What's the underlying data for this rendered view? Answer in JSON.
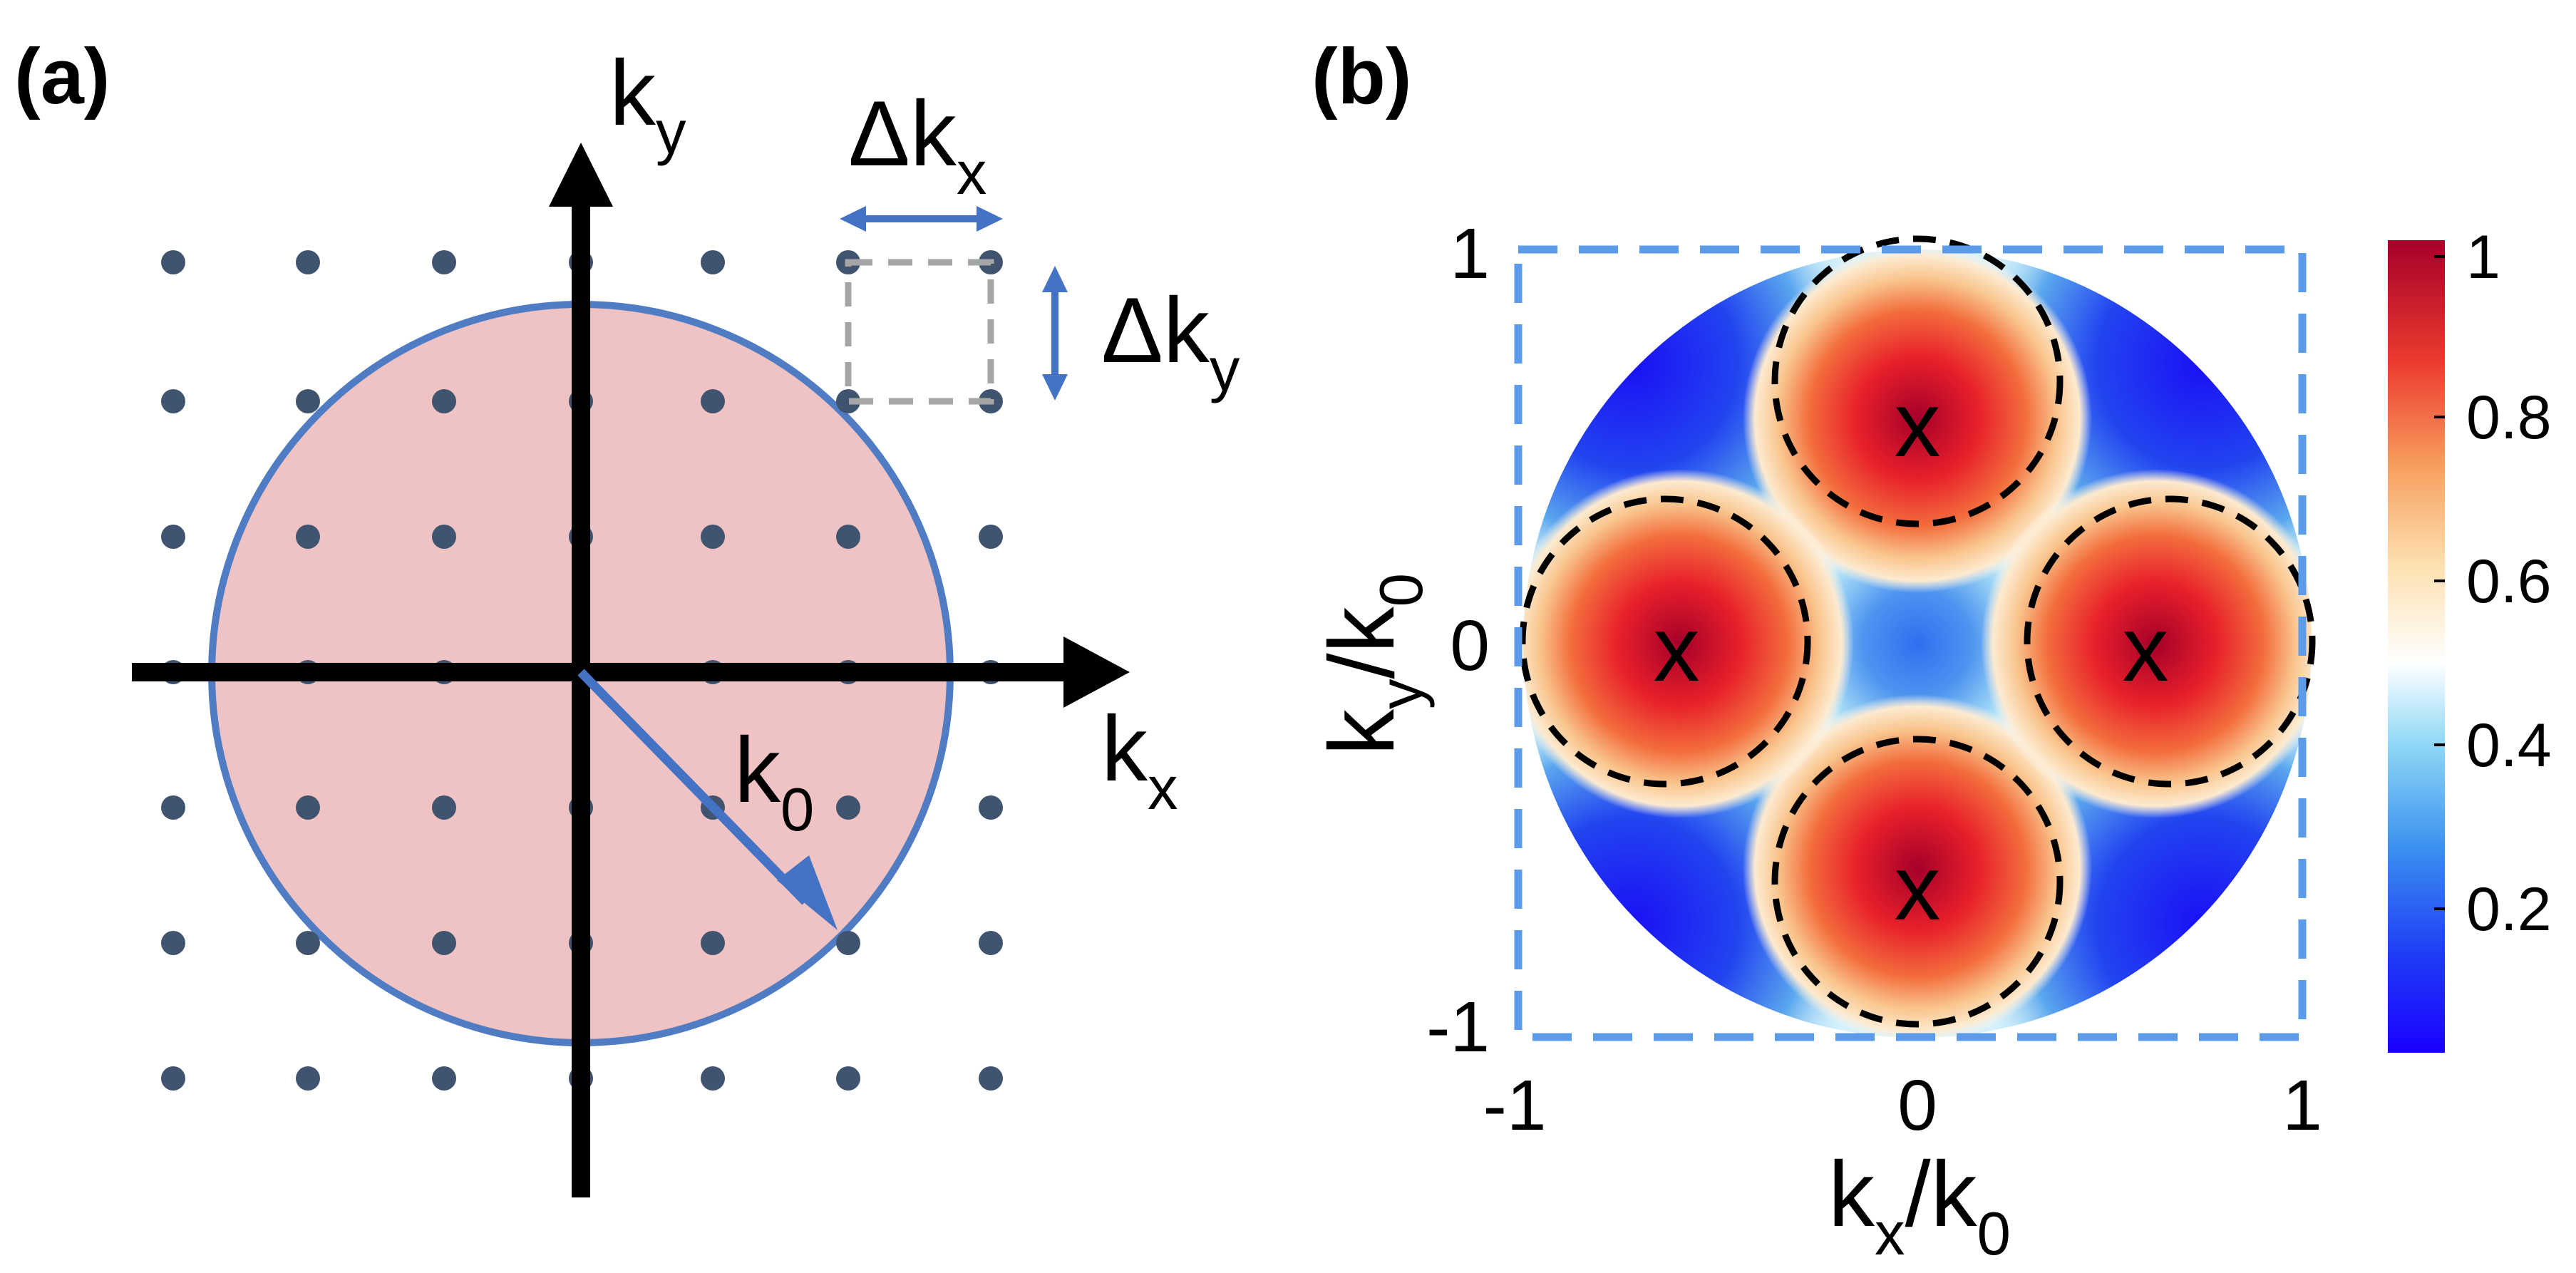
{
  "panels": {
    "a": {
      "label": "(a)",
      "axis_x": {
        "base": "k",
        "sub": "x"
      },
      "axis_y": {
        "base": "k",
        "sub": "y"
      },
      "radius_label": {
        "base": "k",
        "sub": "0"
      },
      "dkx_label": {
        "base": "Δk",
        "sub": "x"
      },
      "dky_label": {
        "base": "Δk",
        "sub": "y"
      },
      "grid": {
        "columns": 7,
        "rows": 7
      },
      "colors": {
        "dot": "#405470",
        "circle_fill": "#efc3c3",
        "circle_stroke": "#4f7cc3",
        "arrow": "#4472c4",
        "cell_box": "#a6a6a6"
      }
    },
    "b": {
      "label": "(b)",
      "xlabel": {
        "num": "k",
        "num_sub": "x",
        "den": "k",
        "den_sub": "0"
      },
      "ylabel": {
        "num": "k",
        "num_sub": "y",
        "den": "k",
        "den_sub": "0"
      },
      "xticks": [
        "-1",
        "0",
        "1"
      ],
      "yticks": [
        "1",
        "0",
        "-1"
      ],
      "colorbar_ticks": [
        "1",
        "0.8",
        "0.6",
        "0.4",
        "0.2"
      ],
      "markers": [
        "x",
        "x",
        "x",
        "x"
      ],
      "colors": {
        "box": "#5b9bea",
        "dash": "#000000"
      }
    }
  }
}
